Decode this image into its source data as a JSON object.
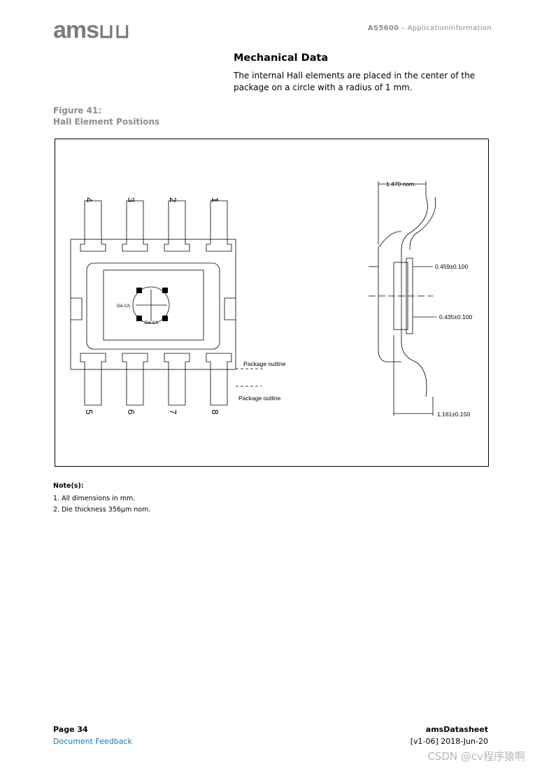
{
  "header": {
    "logo_text": "ams",
    "product": "AS5600",
    "separator": " – ",
    "section": "ApplicationInformation"
  },
  "section_title": "Mechanical Data",
  "intro_text": "The internal Hall elements are placed in the center of the package on a circle with a radius of 1 mm.",
  "figure": {
    "number": "Figure 41:",
    "title": "Hall Element Positions",
    "pins_top": [
      "4",
      "3",
      "2",
      "1"
    ],
    "pins_bottom": [
      "5",
      "6",
      "7",
      "8"
    ],
    "die_cl_label_1": "Die C/L",
    "die_cl_label_2": "Die C/L",
    "package_outline_1": "Package outline",
    "package_outline_2": "Package outline",
    "dimensions": {
      "top_nominal": "1.470 nom.",
      "upper": "0.459±0.100",
      "middle": "0.435±0.100",
      "bottom": "1.161±0.150"
    }
  },
  "notes": {
    "title": "Note(s):",
    "items": [
      "1. All dimensions in mm.",
      "2. Die thickness 356µm nom."
    ]
  },
  "footer": {
    "page": "Page 34",
    "feedback": "Document Feedback",
    "doc_type": "amsDatasheet",
    "doc_version": "[v1-06] 2018-Jun-20"
  },
  "watermark": "CSDN @cv程序猿啊"
}
